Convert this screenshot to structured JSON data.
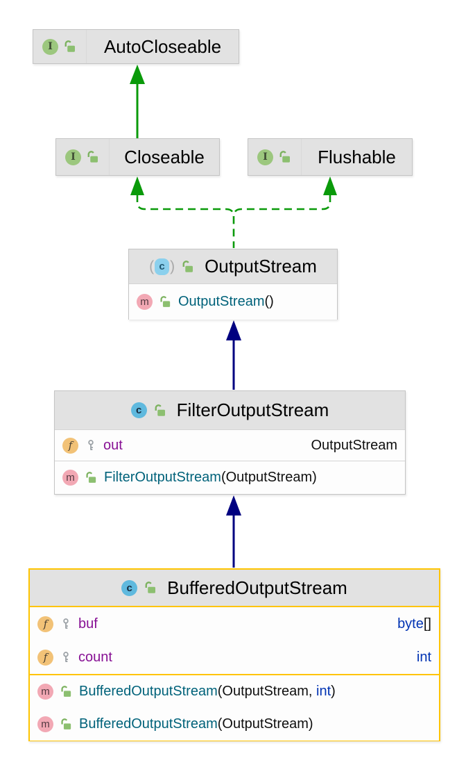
{
  "colors": {
    "extends_arrow": "#000080",
    "implements_arrow": "#0A9A0A",
    "selection_border": "#FFC400",
    "header_bg": "#E2E2E2",
    "field_name_color": "#871094",
    "method_name_color": "#00627A",
    "keyword_color": "#0033B3"
  },
  "icons": {
    "interface_letter": "I",
    "class_letter": "c",
    "abstract_class_letter": "c",
    "field_letter": "f",
    "method_letter": "m"
  },
  "nodes": {
    "autocloseable": {
      "title": "AutoCloseable"
    },
    "closeable": {
      "title": "Closeable"
    },
    "flushable": {
      "title": "Flushable"
    },
    "outputstream": {
      "title": "OutputStream",
      "methods": {
        "m1": {
          "name": "OutputStream",
          "sig": "()"
        }
      }
    },
    "filteroutputstream": {
      "title": "FilterOutputStream",
      "fields": {
        "f1": {
          "name": "out",
          "type": "OutputStream"
        }
      },
      "methods": {
        "m1": {
          "name": "FilterOutputStream",
          "sig": "(OutputStream)"
        }
      }
    },
    "bufferedoutputstream": {
      "title": "BufferedOutputStream",
      "fields": {
        "f1": {
          "name": "buf",
          "type_keyword": "byte",
          "type_rest": "[]"
        },
        "f2": {
          "name": "count",
          "type_keyword": "int",
          "type_rest": ""
        }
      },
      "methods": {
        "m1": {
          "name": "BufferedOutputStream",
          "sig_pre": "(OutputStream, ",
          "sig_keyword": "int",
          "sig_post": ")"
        },
        "m2": {
          "name": "BufferedOutputStream",
          "sig_pre": "(OutputStream)",
          "sig_keyword": "",
          "sig_post": ""
        }
      }
    }
  }
}
